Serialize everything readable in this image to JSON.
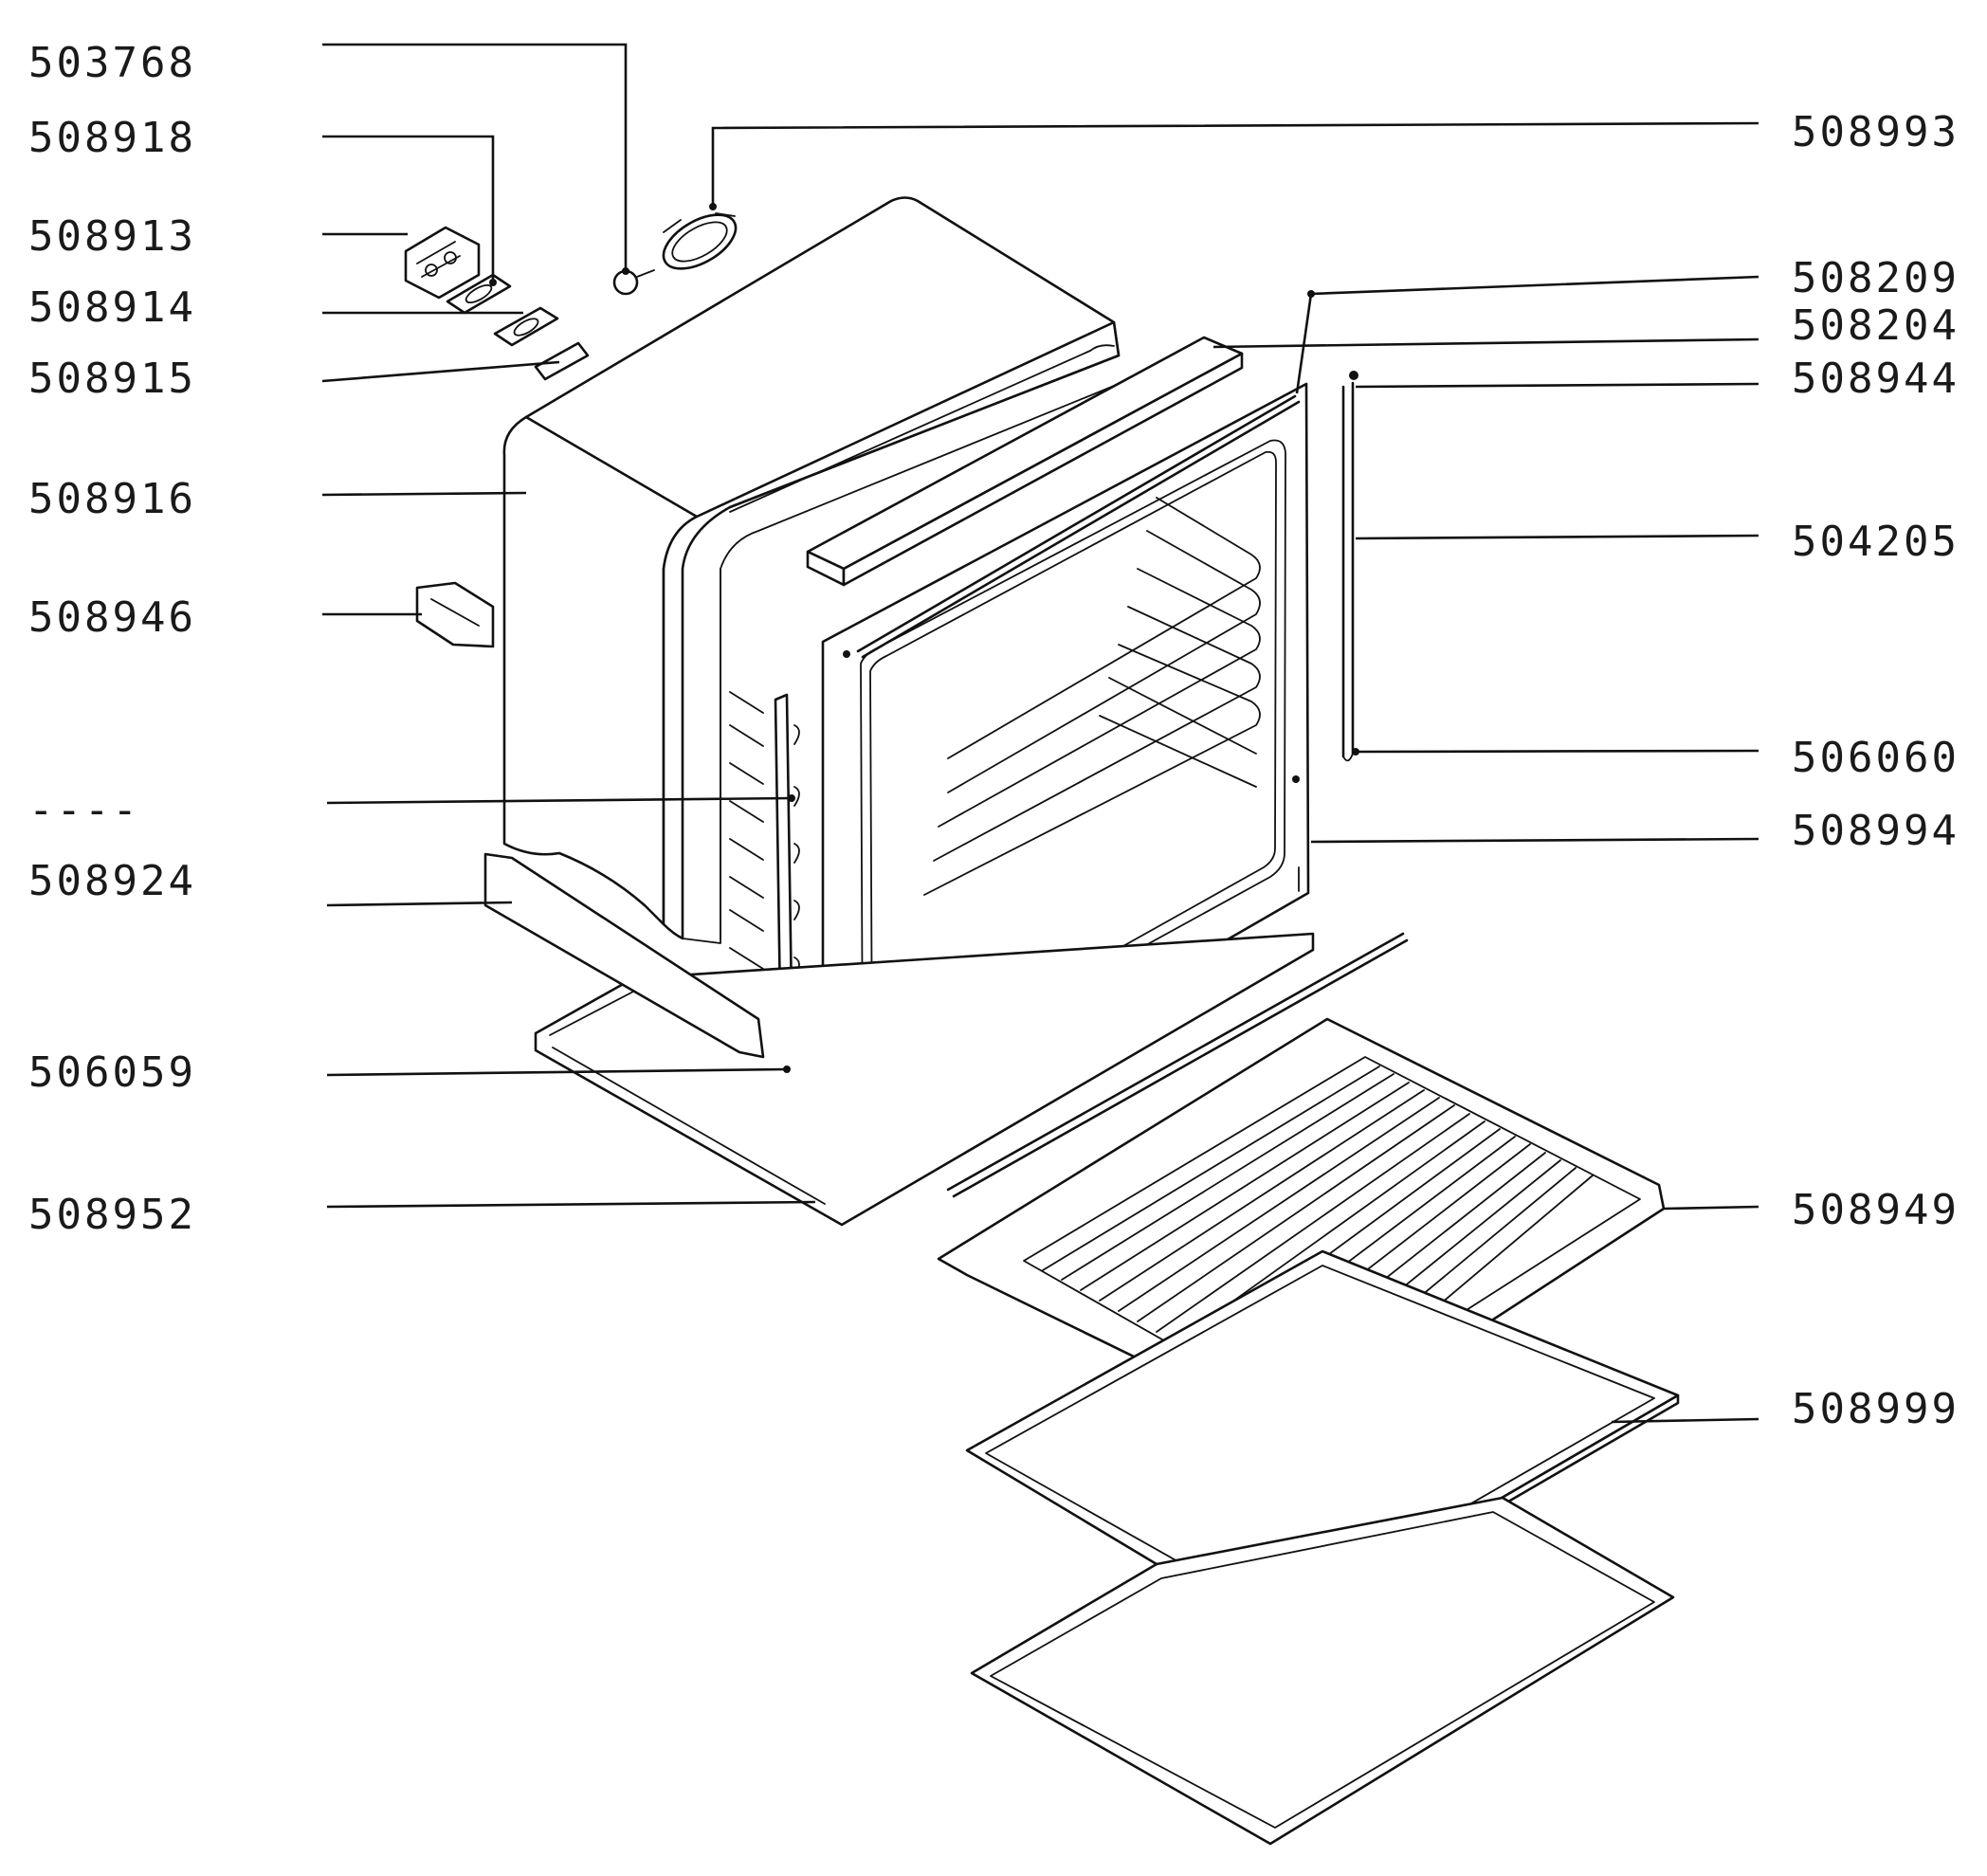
{
  "labels_left": [
    {
      "id": "503768",
      "text": "503768"
    },
    {
      "id": "508918",
      "text": "508918"
    },
    {
      "id": "508913",
      "text": "508913"
    },
    {
      "id": "508914",
      "text": "508914"
    },
    {
      "id": "508915",
      "text": "508915"
    },
    {
      "id": "508916",
      "text": "508916"
    },
    {
      "id": "508946",
      "text": "508946"
    },
    {
      "id": "dash",
      "text": "----"
    },
    {
      "id": "508924",
      "text": "508924"
    },
    {
      "id": "506059",
      "text": "506059"
    },
    {
      "id": "508952",
      "text": "508952"
    }
  ],
  "labels_right": [
    {
      "id": "508993",
      "text": "508993"
    },
    {
      "id": "508209",
      "text": "508209"
    },
    {
      "id": "508204",
      "text": "508204"
    },
    {
      "id": "508944",
      "text": "508944"
    },
    {
      "id": "504205",
      "text": "504205"
    },
    {
      "id": "506060",
      "text": "506060"
    },
    {
      "id": "508994",
      "text": "508994"
    },
    {
      "id": "508949",
      "text": "508949"
    },
    {
      "id": "508999",
      "text": "508999"
    }
  ]
}
